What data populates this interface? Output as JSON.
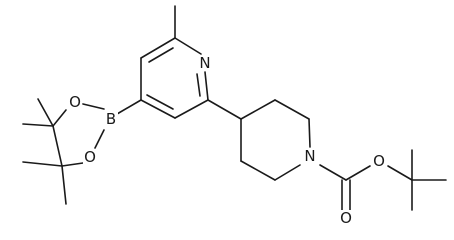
{
  "structure": {
    "atom_labels": {
      "pyridine_n": "N",
      "boron": "B",
      "boronate_o_upper": "O",
      "boronate_o_lower": "O",
      "piperidine_n": "N",
      "ester_o": "O",
      "carbonyl_o": "O"
    }
  }
}
